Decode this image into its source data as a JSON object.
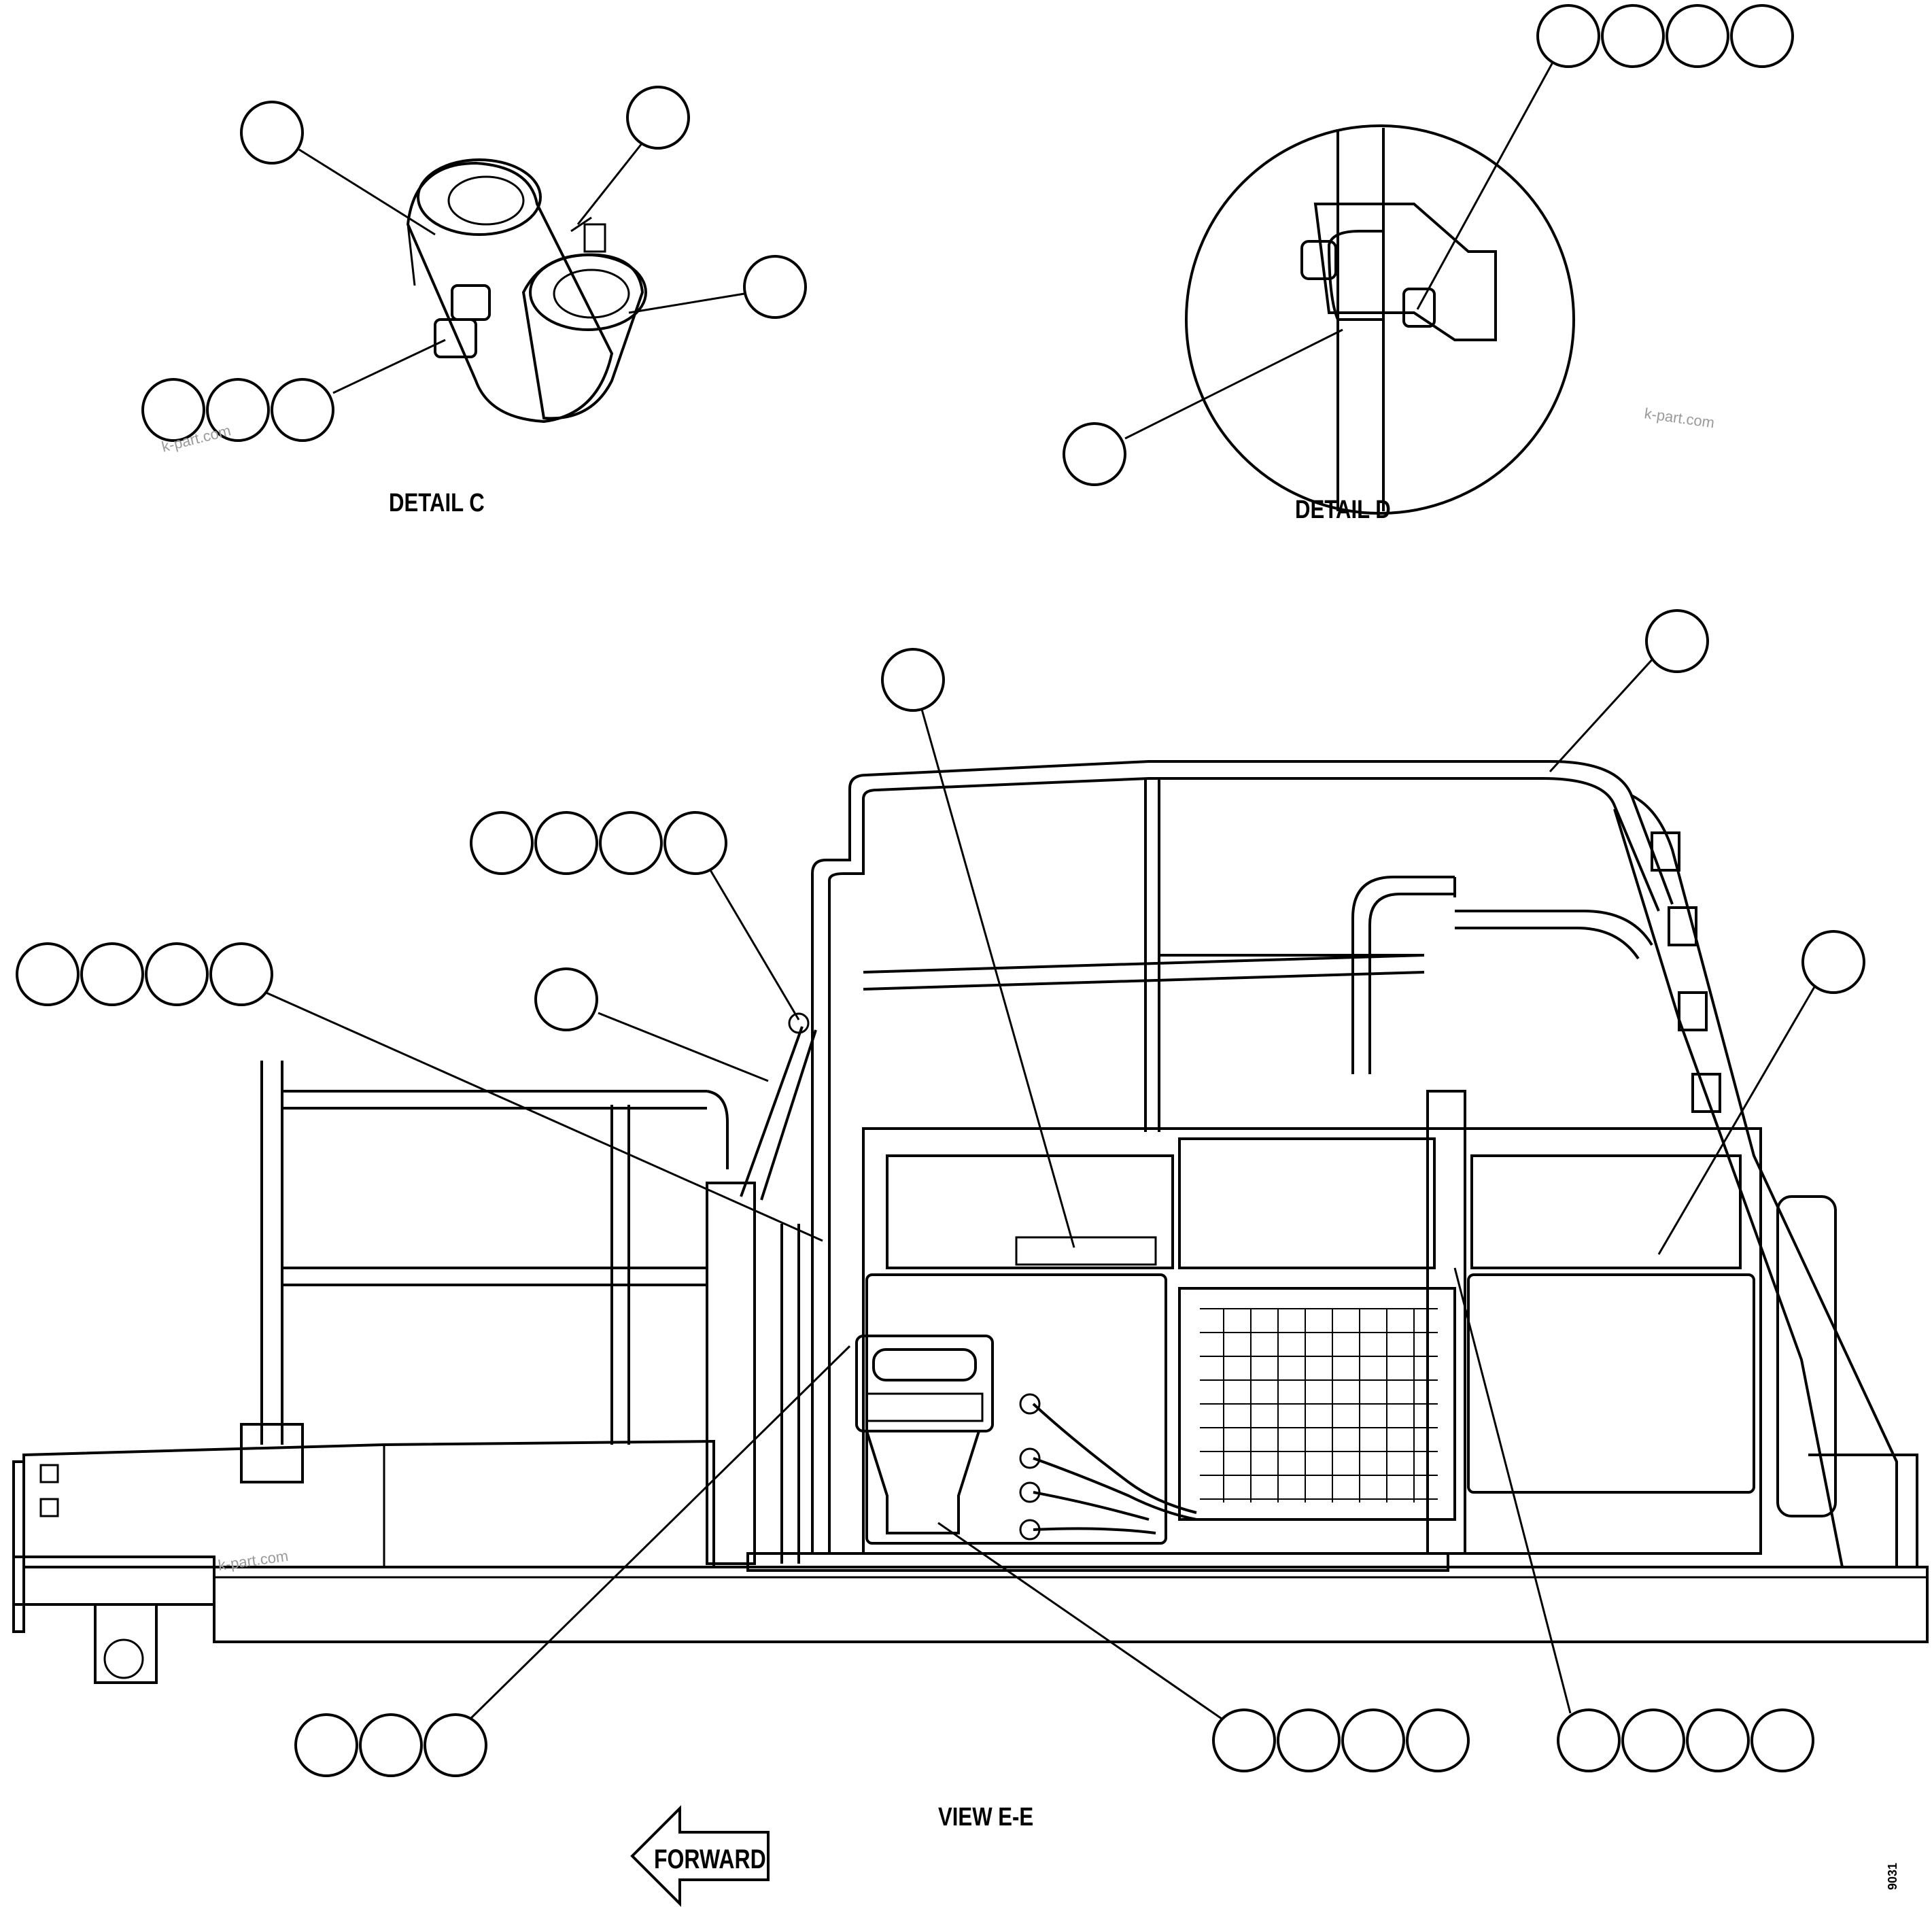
{
  "labels": {
    "detail_c": "DETAIL C",
    "detail_d": "DETAIL D",
    "view_ee": "VIEW E-E",
    "forward": "FORWARD",
    "drawing_no": "9031"
  },
  "watermark": "k-part.com",
  "colors": {
    "line": "#000000",
    "background": "#ffffff",
    "watermark": "#9a9a9a"
  }
}
